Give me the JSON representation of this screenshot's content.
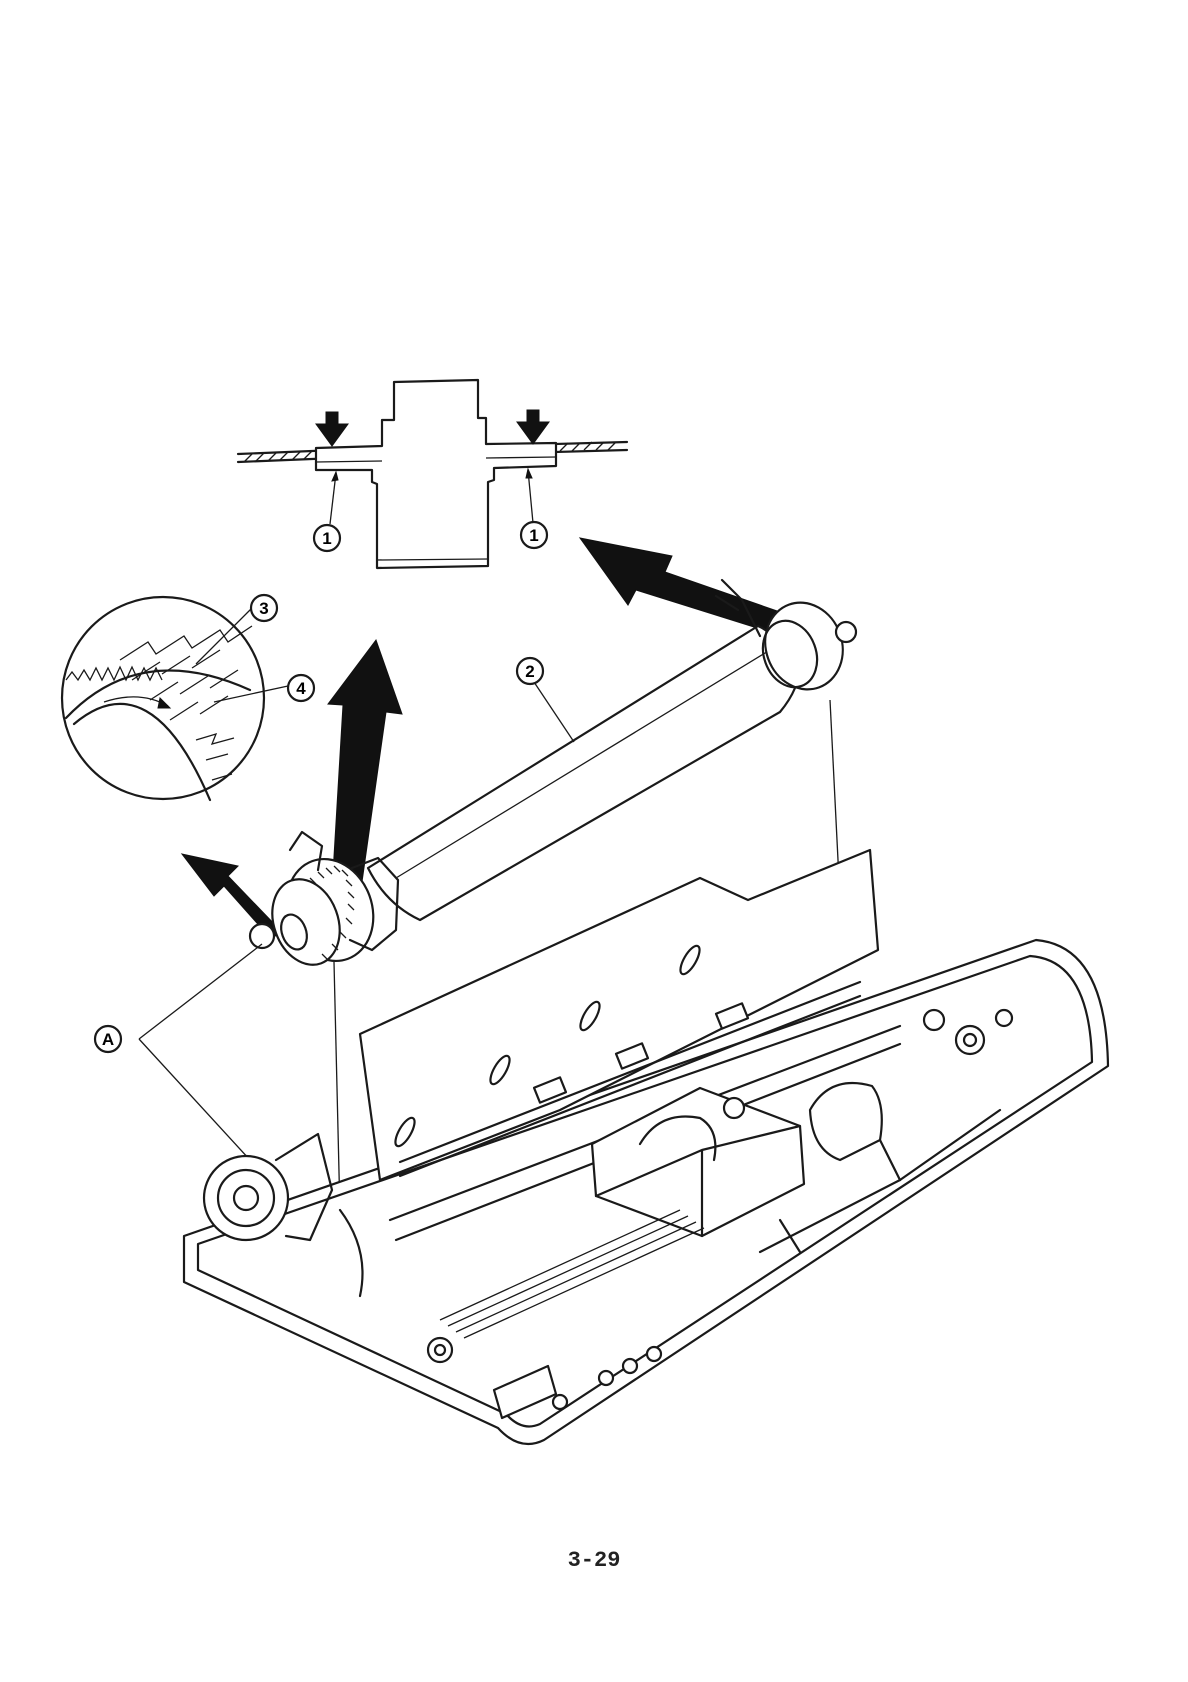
{
  "figure": {
    "page_number": "3-29",
    "callouts": [
      {
        "id": "1",
        "label": "1"
      },
      {
        "id": "1b",
        "label": "1"
      },
      {
        "id": "2",
        "label": "2"
      },
      {
        "id": "3",
        "label": "3"
      },
      {
        "id": "4",
        "label": "4"
      },
      {
        "id": "A",
        "label": "A"
      }
    ],
    "colors": {
      "ink": "#1a1a1a",
      "paper": "#ffffff"
    }
  }
}
